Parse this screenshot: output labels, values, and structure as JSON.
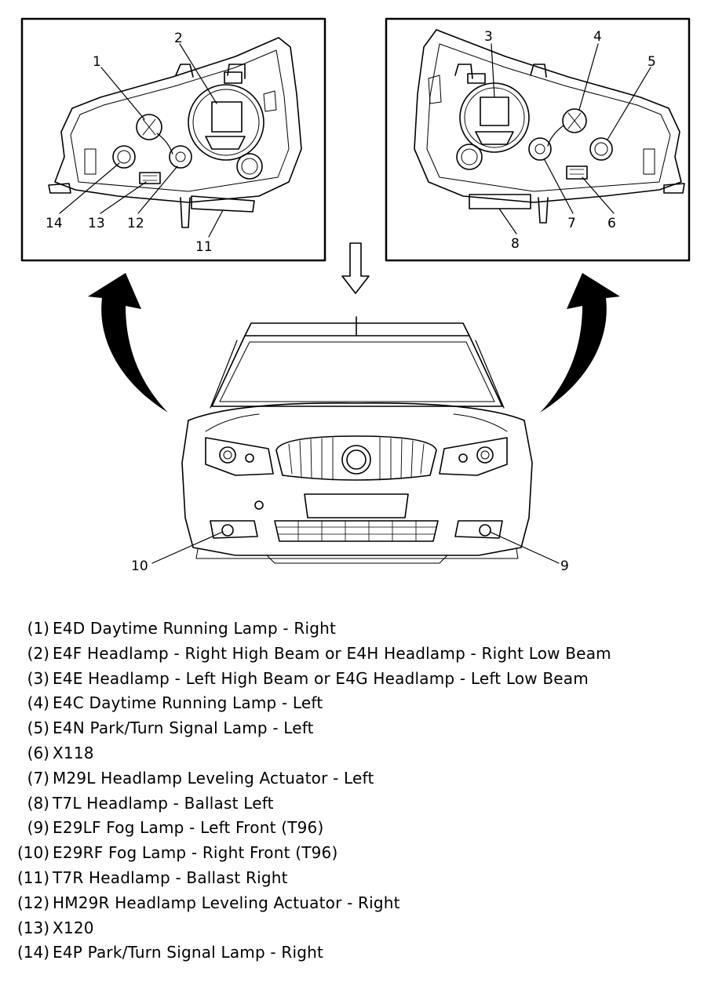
{
  "callouts": [
    "1",
    "2",
    "3",
    "4",
    "5",
    "6",
    "7",
    "8",
    "9",
    "10",
    "11",
    "12",
    "13",
    "14"
  ],
  "legend": [
    {
      "num": "(1)",
      "text": "E4D Daytime Running Lamp - Right"
    },
    {
      "num": "(2)",
      "text": "E4F Headlamp - Right High Beam or E4H Headlamp - Right Low Beam"
    },
    {
      "num": "(3)",
      "text": "E4E Headlamp - Left High Beam or E4G Headlamp - Left Low Beam"
    },
    {
      "num": "(4)",
      "text": "E4C Daytime Running Lamp - Left"
    },
    {
      "num": "(5)",
      "text": "E4N Park/Turn Signal Lamp - Left"
    },
    {
      "num": "(6)",
      "text": "X118"
    },
    {
      "num": "(7)",
      "text": "M29L Headlamp Leveling Actuator - Left"
    },
    {
      "num": "(8)",
      "text": "T7L Headlamp - Ballast Left"
    },
    {
      "num": "(9)",
      "text": "E29LF Fog Lamp - Left Front (T96)"
    },
    {
      "num": "(10)",
      "text": "E29RF Fog Lamp - Right Front (T96)"
    },
    {
      "num": "(11)",
      "text": "T7R Headlamp - Ballast Right"
    },
    {
      "num": "(12)",
      "text": "HM29R Headlamp Leveling Actuator - Right"
    },
    {
      "num": "(13)",
      "text": "X120"
    },
    {
      "num": "(14)",
      "text": "E4P Park/Turn Signal Lamp - Right"
    }
  ]
}
